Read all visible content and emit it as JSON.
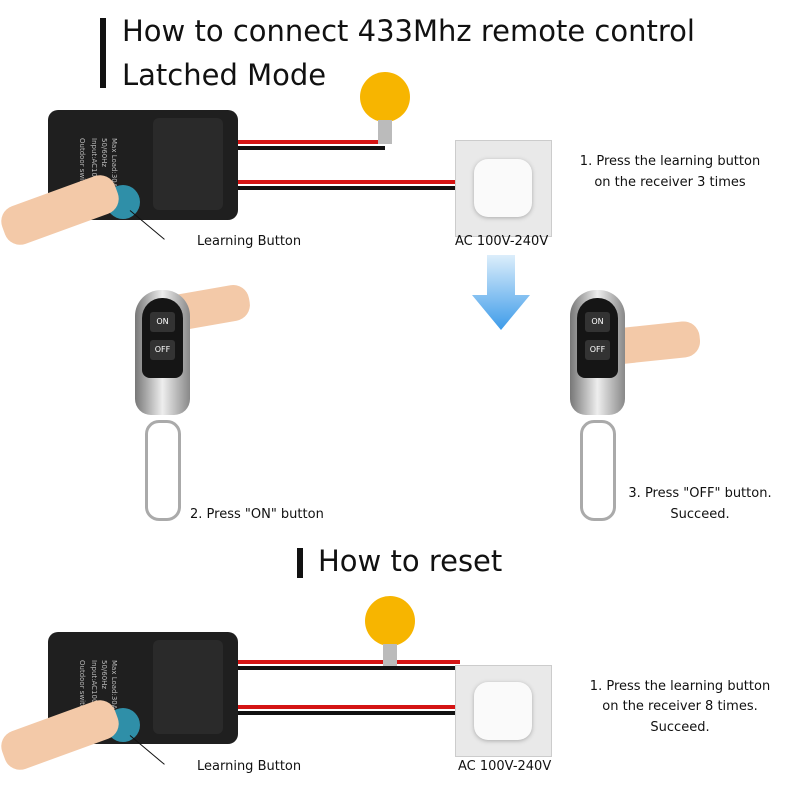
{
  "header": {
    "title_line1": "How to connect 433Mhz remote control",
    "title_line2": "Latched Mode"
  },
  "device": {
    "name": "Outdoor switch",
    "input": "Input:AC100-240V",
    "freq": "50/60Hz",
    "max_load": "Max Load:30A"
  },
  "connect": {
    "learning_label": "Learning Button",
    "ac_label": "AC 100V-240V",
    "step1": [
      "1. Press the learning button",
      "on the receiver 3 times"
    ],
    "step2": "2. Press \"ON\" button",
    "step3": [
      "3. Press \"OFF\" button.",
      "Succeed."
    ],
    "remote_on": "ON",
    "remote_off": "OFF"
  },
  "reset": {
    "title": "How to reset",
    "learning_label": "Learning Button",
    "ac_label": "AC 100V-240V",
    "step": [
      "1. Press the learning button",
      "on the receiver 8 times.",
      "Succeed."
    ]
  },
  "colors": {
    "arrow": "#3d9be9",
    "bulb": "#f7b500",
    "cable": "#d41414"
  }
}
